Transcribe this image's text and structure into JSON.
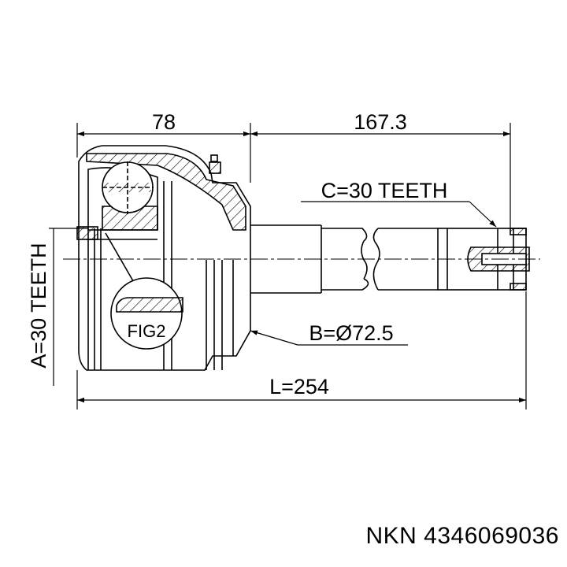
{
  "dimensions": {
    "joint_width": "78",
    "shaft_length": "167.3",
    "outer_teeth": "C=30 TEETH",
    "inner_teeth": "A=30 TEETH",
    "diameter": "B=Ø72.5",
    "total_length": "L=254"
  },
  "figure_label": "FIG2",
  "caption": "NKN 4346069036"
}
